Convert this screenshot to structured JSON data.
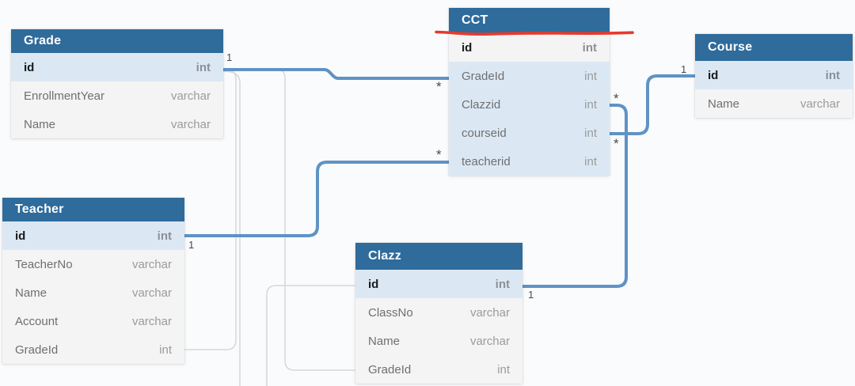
{
  "diagram": {
    "kind": "entity-relationship-diagram",
    "background": "#fafbfc"
  },
  "colors": {
    "table_header": "#2f6b9b",
    "highlight_row": "#dbe8f4",
    "row_bg": "#f4f4f4",
    "connector_blue": "#5f93c5",
    "connector_gray": "#d8d8d8",
    "annotation_red": "#e8392b"
  },
  "tables": [
    {
      "title": "Grade",
      "rows": [
        {
          "name": "id",
          "type": "int",
          "pk": true,
          "highlight": true
        },
        {
          "name": "EnrollmentYear",
          "type": "varchar"
        },
        {
          "name": "Name",
          "type": "varchar"
        }
      ]
    },
    {
      "title": "Teacher",
      "rows": [
        {
          "name": "id",
          "type": "int",
          "pk": true,
          "highlight": true
        },
        {
          "name": "TeacherNo",
          "type": "varchar"
        },
        {
          "name": "Name",
          "type": "varchar"
        },
        {
          "name": "Account",
          "type": "varchar"
        },
        {
          "name": "GradeId",
          "type": "int"
        }
      ]
    },
    {
      "title": "CCT",
      "rows": [
        {
          "name": "id",
          "type": "int",
          "pk": true
        },
        {
          "name": "GradeId",
          "type": "int",
          "highlight": true
        },
        {
          "name": "Clazzid",
          "type": "int",
          "highlight": true
        },
        {
          "name": "courseid",
          "type": "int",
          "highlight": true
        },
        {
          "name": "teacherid",
          "type": "int",
          "highlight": true
        }
      ]
    },
    {
      "title": "Clazz",
      "rows": [
        {
          "name": "id",
          "type": "int",
          "pk": true,
          "highlight": true
        },
        {
          "name": "ClassNo",
          "type": "varchar"
        },
        {
          "name": "Name",
          "type": "varchar"
        },
        {
          "name": "GradeId",
          "type": "int"
        }
      ]
    },
    {
      "title": "Course",
      "rows": [
        {
          "name": "id",
          "type": "int",
          "pk": true,
          "highlight": true
        },
        {
          "name": "Name",
          "type": "varchar"
        }
      ]
    }
  ],
  "relationships": [
    {
      "from": "Grade.id",
      "to": "CCT.GradeId",
      "from_card": "1",
      "to_card": "*"
    },
    {
      "from": "Teacher.id",
      "to": "CCT.teacherid",
      "from_card": "1",
      "to_card": "*"
    },
    {
      "from": "Clazz.id",
      "to": "CCT.Clazzid",
      "from_card": "1",
      "to_card": "*"
    },
    {
      "from": "Course.id",
      "to": "CCT.courseid",
      "from_card": "1",
      "to_card": "*"
    }
  ],
  "annotation": {
    "description": "hand-drawn red underline across the CCT table header"
  }
}
